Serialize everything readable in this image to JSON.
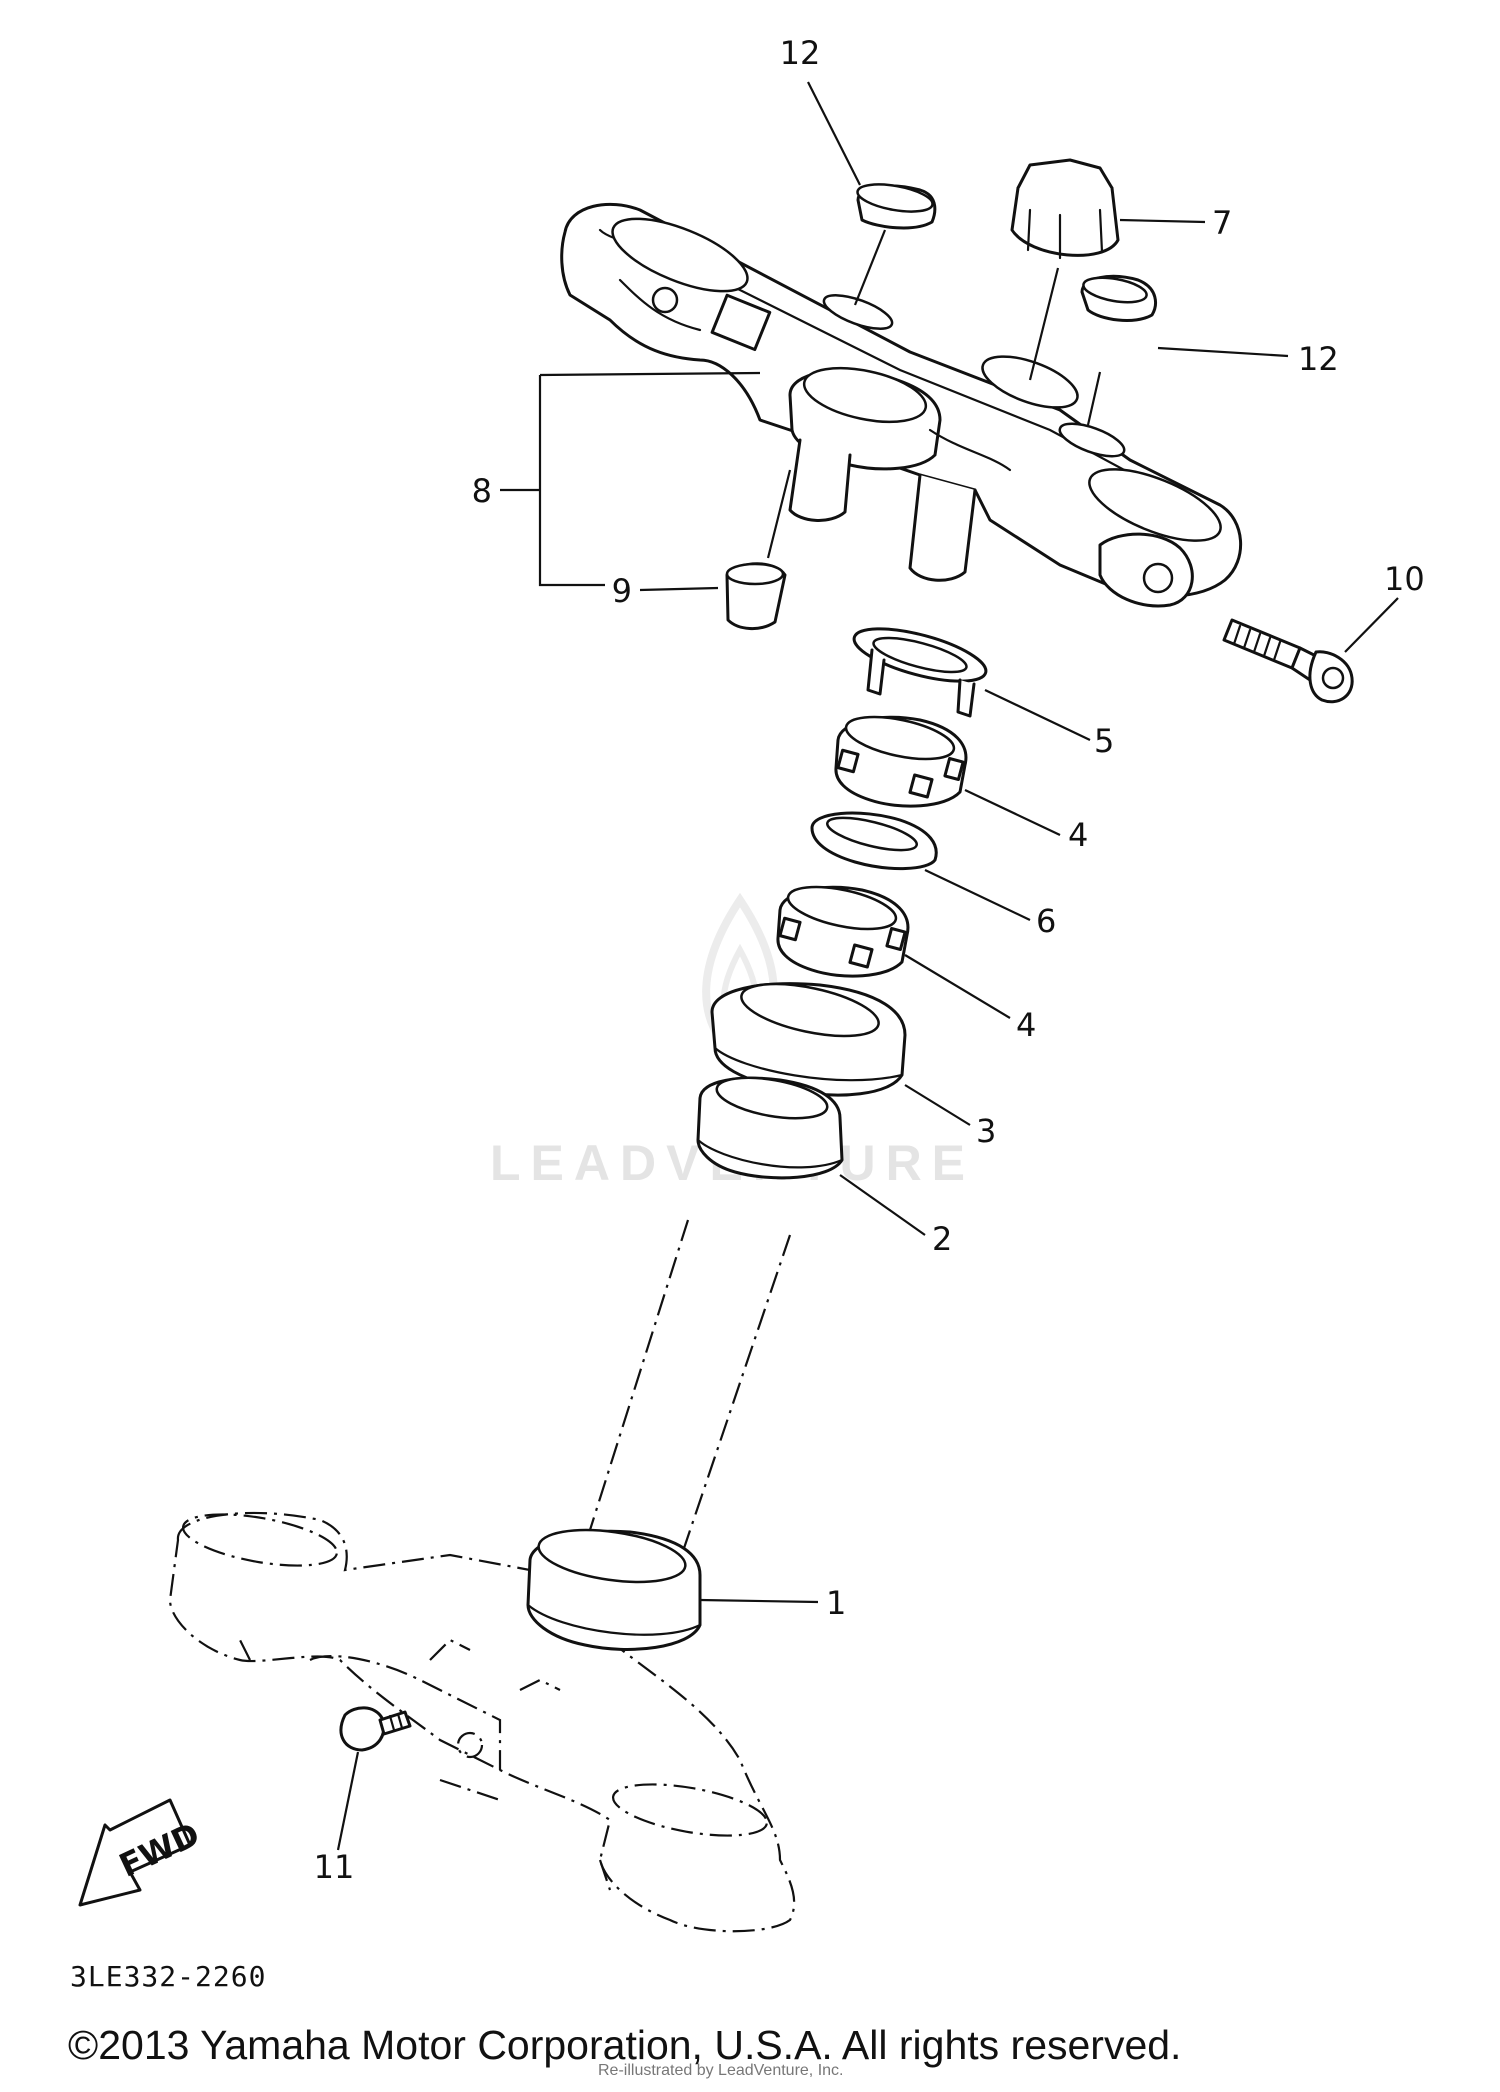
{
  "diagram": {
    "code": "3LE332-2260",
    "copyright": "©2013 Yamaha Motor Corporation, U.S.A. All rights reserved.",
    "watermark": "LEADVENTURE",
    "redrawn_note": "Re-illustrated by LeadVenture, Inc.",
    "fwd_label": "FWD",
    "callouts": [
      {
        "id": "c12a",
        "label": "12"
      },
      {
        "id": "c7",
        "label": "7"
      },
      {
        "id": "c12b",
        "label": "12"
      },
      {
        "id": "c8",
        "label": "8"
      },
      {
        "id": "c9",
        "label": "9"
      },
      {
        "id": "c10",
        "label": "10"
      },
      {
        "id": "c5",
        "label": "5"
      },
      {
        "id": "c4a",
        "label": "4"
      },
      {
        "id": "c6",
        "label": "6"
      },
      {
        "id": "c4b",
        "label": "4"
      },
      {
        "id": "c3",
        "label": "3"
      },
      {
        "id": "c2",
        "label": "2"
      },
      {
        "id": "c1",
        "label": "1"
      },
      {
        "id": "c11",
        "label": "11"
      }
    ]
  }
}
